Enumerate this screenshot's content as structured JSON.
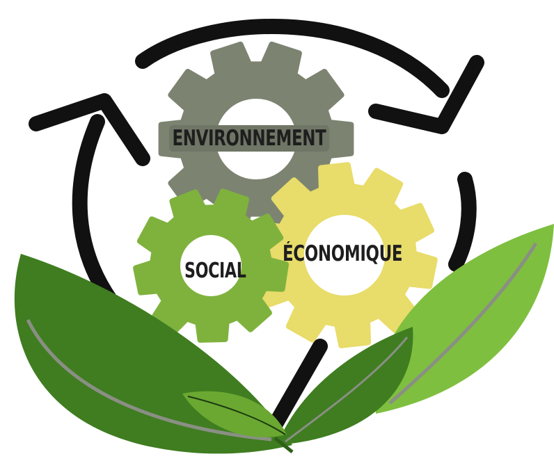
{
  "diagram": {
    "labels": {
      "environment": "ENVIRONNEMENT",
      "social": "SOCIAL",
      "economic": "ÉCONOMIQUE"
    },
    "colors": {
      "environment_gear": "#7c8471",
      "social_gear": "#7fb23d",
      "economic_gear": "#e8dc6a",
      "cycle_arrows": "#111111",
      "leaf_dark": "#3f7d20",
      "leaf_light": "#7fbf3f",
      "leaf_vein": "#8a8f84"
    },
    "icons": [
      "cycle-arrow-icon",
      "gear-icon",
      "leaf-icon"
    ]
  }
}
